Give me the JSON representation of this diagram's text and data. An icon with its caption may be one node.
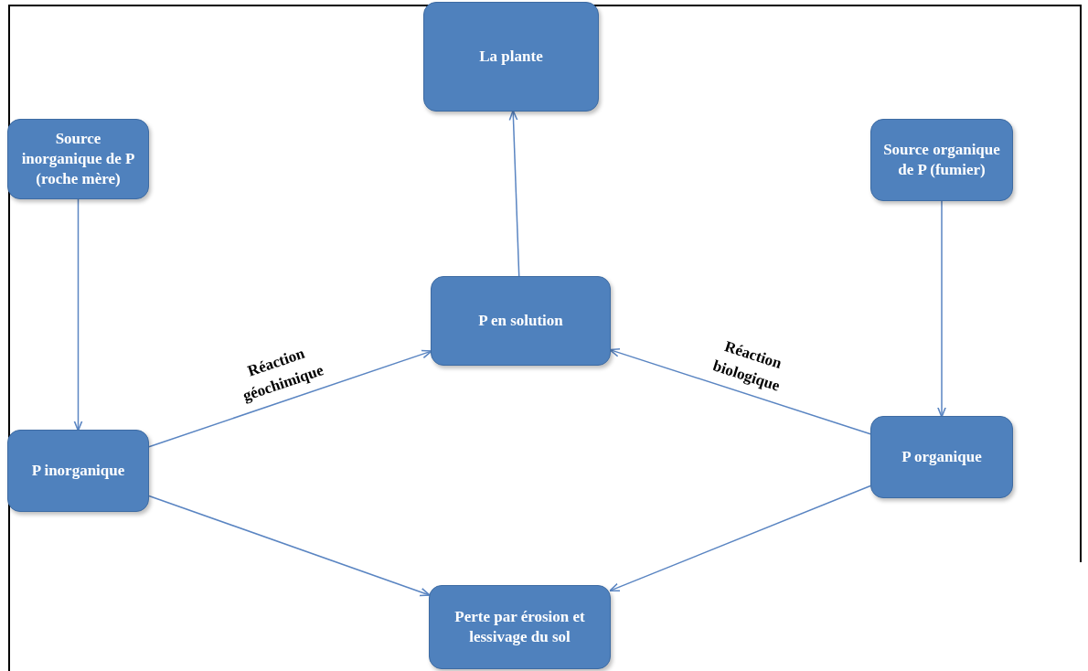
{
  "diagram": {
    "nodes": [
      {
        "text": [
          "La plante"
        ]
      },
      {
        "text": [
          "Source inorganique de P (roche mère)"
        ]
      },
      {
        "text": [
          "Source organique de P (fumier)"
        ]
      },
      {
        "text": [
          "P en solution"
        ]
      },
      {
        "text": [
          "P inorganique"
        ]
      },
      {
        "text": [
          "P organique"
        ]
      },
      {
        "text": [
          "Perte par érosion et lessivage du sol"
        ]
      }
    ],
    "edges": [
      {
        "from": 1,
        "to": 4,
        "arrow": "to"
      },
      {
        "from": 2,
        "to": 5,
        "arrow": "to"
      },
      {
        "from": 3,
        "to": 0,
        "arrow": "to"
      },
      {
        "from": 4,
        "to": 3,
        "arrow": "to",
        "label": "Réaction géochimique"
      },
      {
        "from": 5,
        "to": 3,
        "arrow": "to",
        "label": "Réaction biologique"
      },
      {
        "from": 4,
        "to": 6,
        "arrow": "to"
      },
      {
        "from": 5,
        "to": 6,
        "arrow": "to"
      }
    ]
  }
}
